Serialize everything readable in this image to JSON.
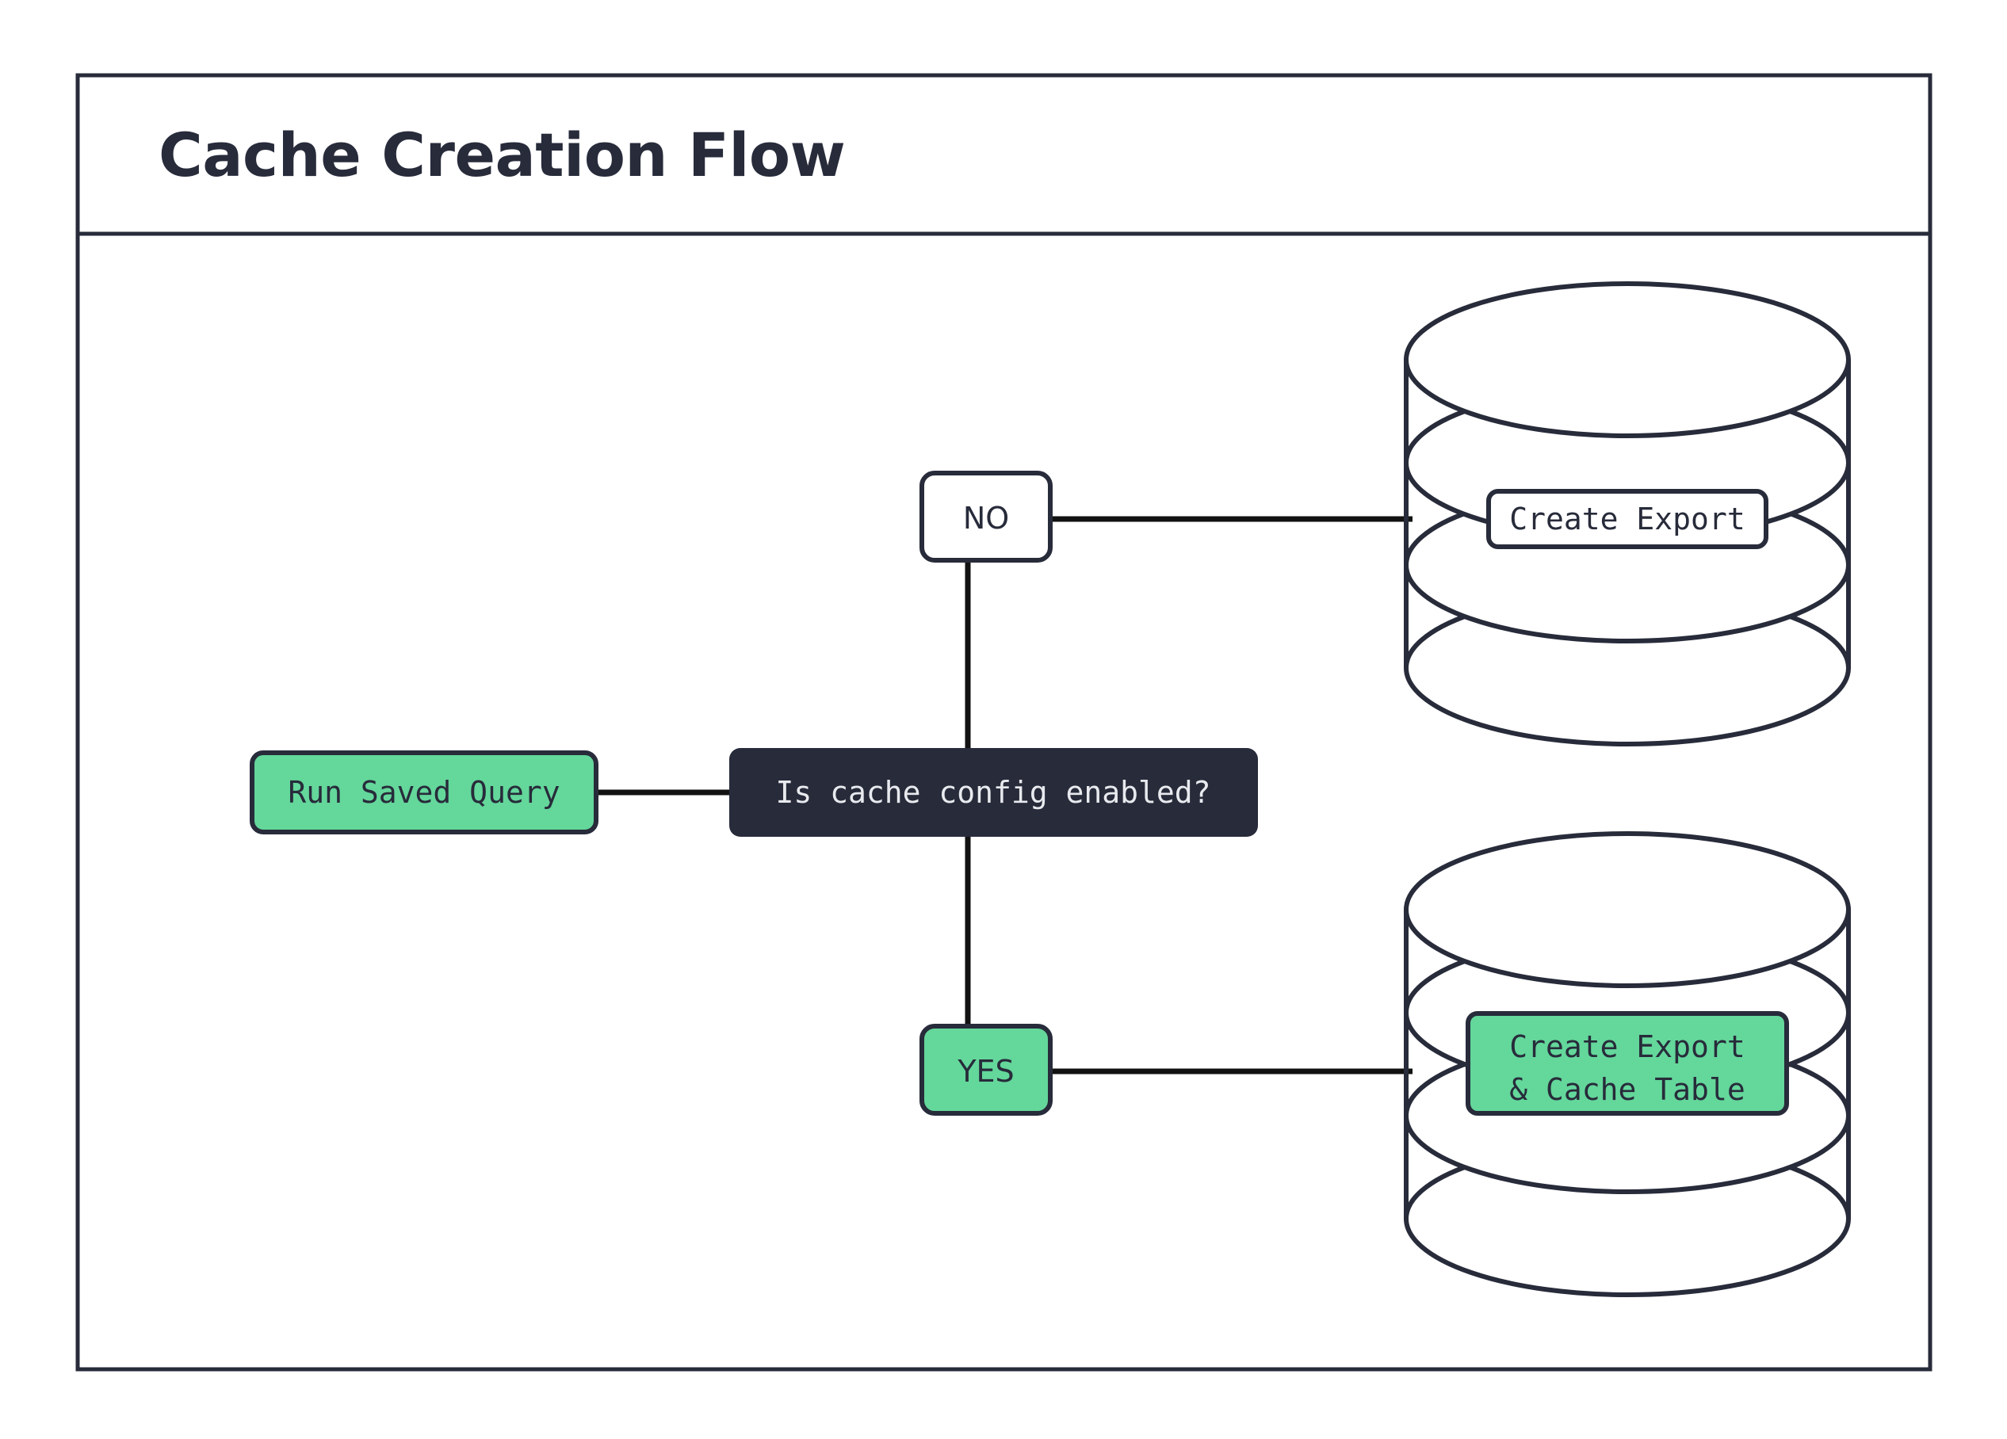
{
  "diagram": {
    "title": "Cache Creation Flow",
    "type": "flowchart",
    "colors": {
      "accent_green": "#64D79B",
      "dark_navy": "#272B3A",
      "white": "#FFFFFF",
      "connector": "#121212"
    },
    "nodes": [
      {
        "id": "run-saved-query",
        "label": "Run Saved Query",
        "shape": "rounded-rect",
        "fill": "#64D79B",
        "font": "mono"
      },
      {
        "id": "cache-config-decision",
        "label": "Is cache config enabled?",
        "shape": "rounded-rect",
        "fill": "#272B3A",
        "font": "mono"
      },
      {
        "id": "branch-no",
        "label": "NO",
        "shape": "rounded-rect",
        "fill": "#FFFFFF",
        "font": "sans"
      },
      {
        "id": "branch-yes",
        "label": "YES",
        "shape": "rounded-rect",
        "fill": "#64D79B",
        "font": "sans"
      },
      {
        "id": "create-export-db",
        "label": "Create Export",
        "shape": "database-cylinder",
        "fill": "#FFFFFF",
        "font": "mono"
      },
      {
        "id": "create-export-cache-db",
        "label_line1": "Create Export",
        "label_line2": "& Cache Table",
        "shape": "database-cylinder",
        "fill": "#64D79B",
        "font": "mono"
      }
    ],
    "edges": [
      {
        "from": "run-saved-query",
        "to": "cache-config-decision",
        "label": ""
      },
      {
        "from": "cache-config-decision",
        "to": "branch-no",
        "label": "NO"
      },
      {
        "from": "cache-config-decision",
        "to": "branch-yes",
        "label": "YES"
      },
      {
        "from": "branch-no",
        "to": "create-export-db",
        "label": ""
      },
      {
        "from": "branch-yes",
        "to": "create-export-cache-db",
        "label": ""
      }
    ]
  }
}
